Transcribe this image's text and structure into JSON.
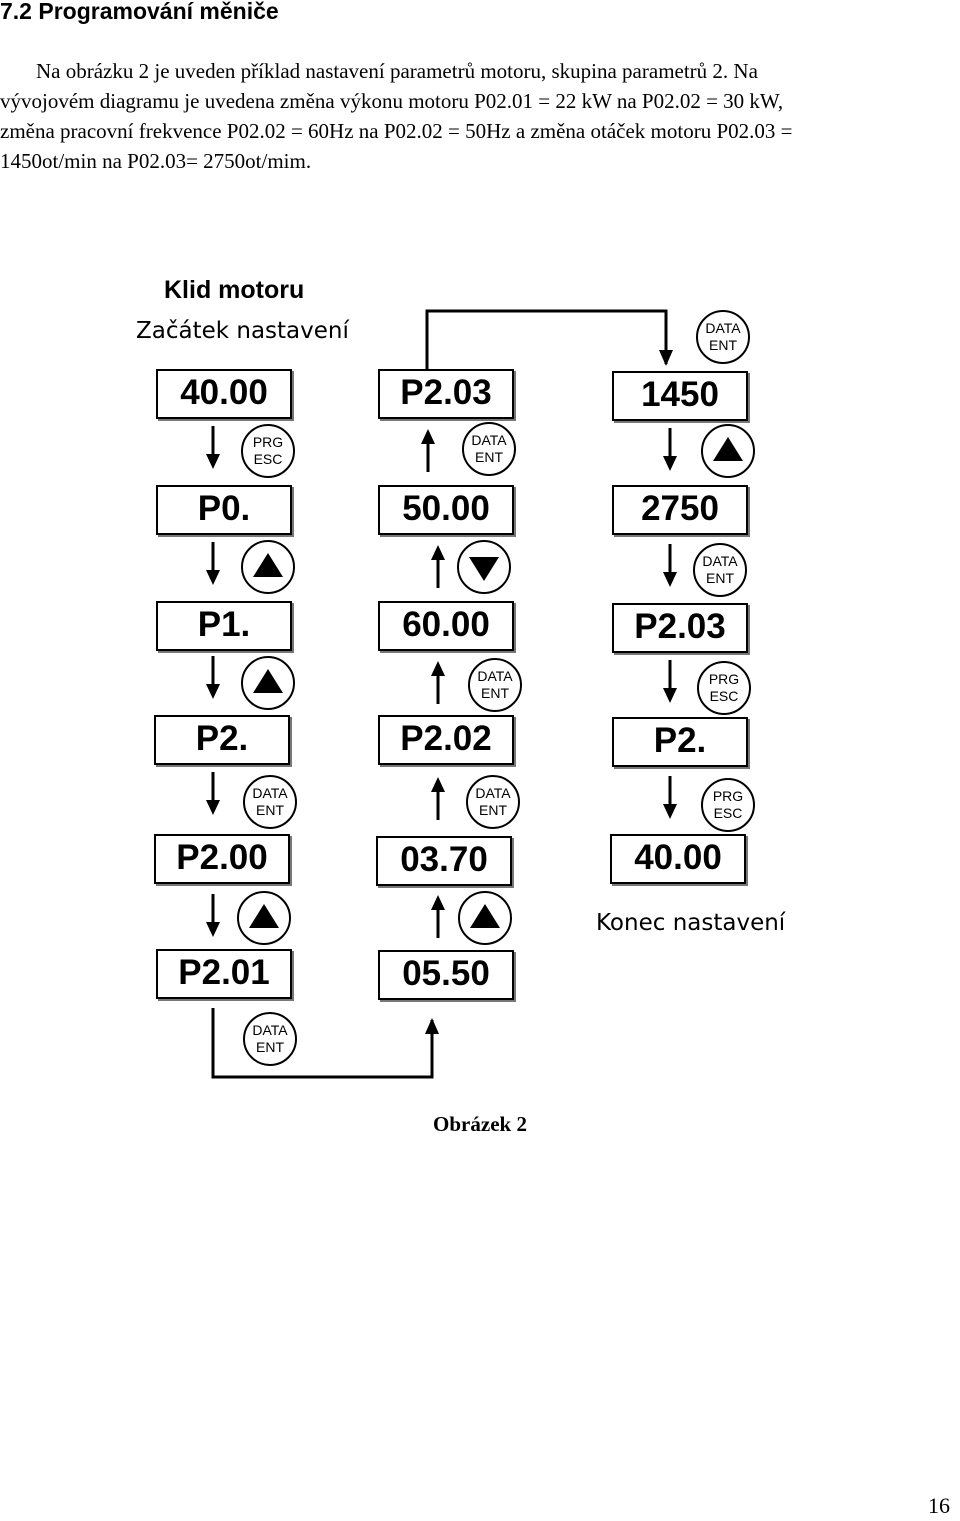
{
  "heading": "7.2 Programování měniče",
  "paragraph": {
    "line1": "Na obrázku  2 je uveden příklad nastavení parametrů motoru, skupina parametrů 2.  Na",
    "line2": "vývojovém diagramu je uvedena změna výkonu motoru P02.01 =  22 kW na P02.02 = 30 kW,",
    "line3": "změna pracovní frekvence P02.02 = 60Hz na P02.02 = 50Hz a změna otáček motoru P02.03 =",
    "line4": "1450ot/min na P02.03= 2750ot/mim."
  },
  "diagram": {
    "start_title": "Klid motoru",
    "start_subtitle": "Začátek nastavení",
    "end_label": "Konec nastavení",
    "col1_displays": [
      "40.00",
      "P0.",
      "P1.",
      "P2.",
      "P2.00",
      "P2.01"
    ],
    "col2_displays": [
      "P2.03",
      "50.00",
      "60.00",
      "P2.02",
      "03.70",
      "05.50"
    ],
    "col3_displays": [
      "1450",
      "2750",
      "P2.03",
      "P2.",
      "40.00"
    ],
    "keys": {
      "data": "DATA",
      "ent": "ENT",
      "prg": "PRG",
      "esc": "ESC",
      "up_icon": "up-triangle-icon",
      "down_icon": "down-triangle-icon"
    }
  },
  "caption": "Obrázek 2",
  "page_number": "16"
}
